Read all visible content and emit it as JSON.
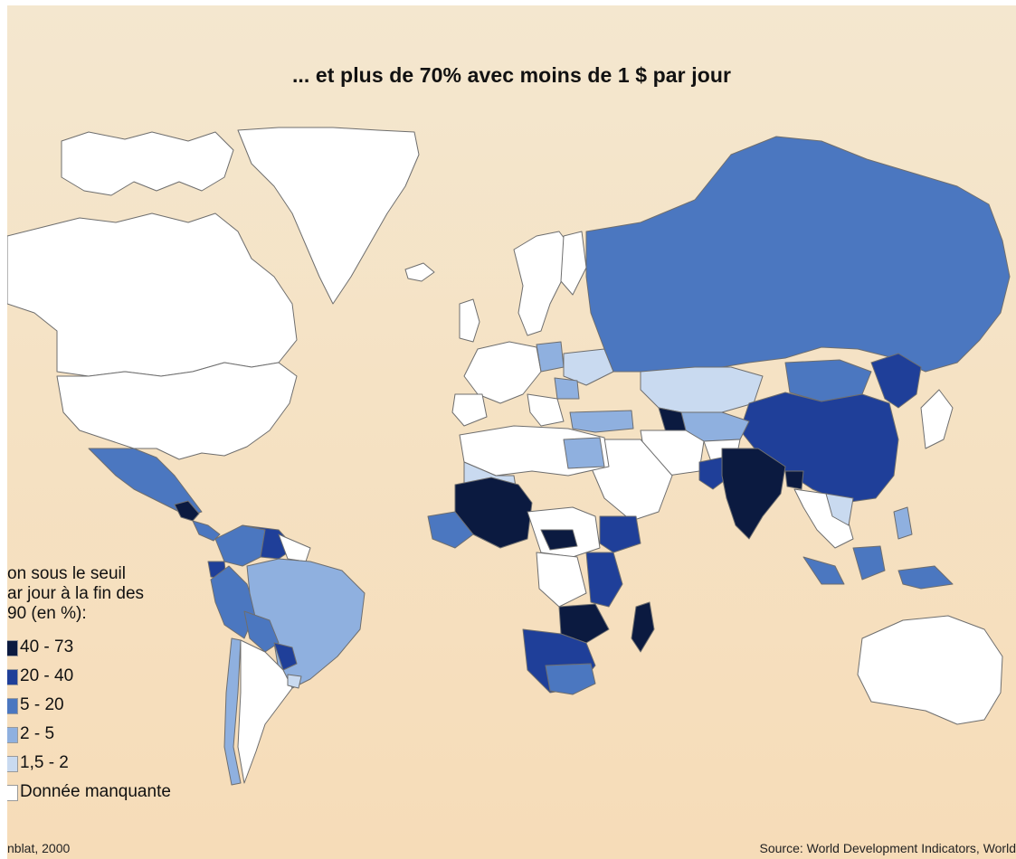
{
  "title": "... et plus de 70% avec moins de 1 $ par jour",
  "legend": {
    "heading_lines": [
      "on sous le seuil",
      "ar jour à la fin des",
      "90 (en %):"
    ],
    "items": [
      {
        "label": "40 - 73",
        "color": "#0b1a40"
      },
      {
        "label": "20 - 40",
        "color": "#1f3f99"
      },
      {
        "label": "5 - 20",
        "color": "#4b77c0"
      },
      {
        "label": "2 - 5",
        "color": "#8fb0df"
      },
      {
        "label": "1,5 - 2",
        "color": "#c9daf0"
      },
      {
        "label": "Donnée manquante",
        "color": "#ffffff"
      }
    ]
  },
  "source_left": "nblat, 2000",
  "source_right": "Source: World Development Indicators, World",
  "colors": {
    "ocean": "#f5e3c6",
    "border": "#6e6e6e"
  }
}
